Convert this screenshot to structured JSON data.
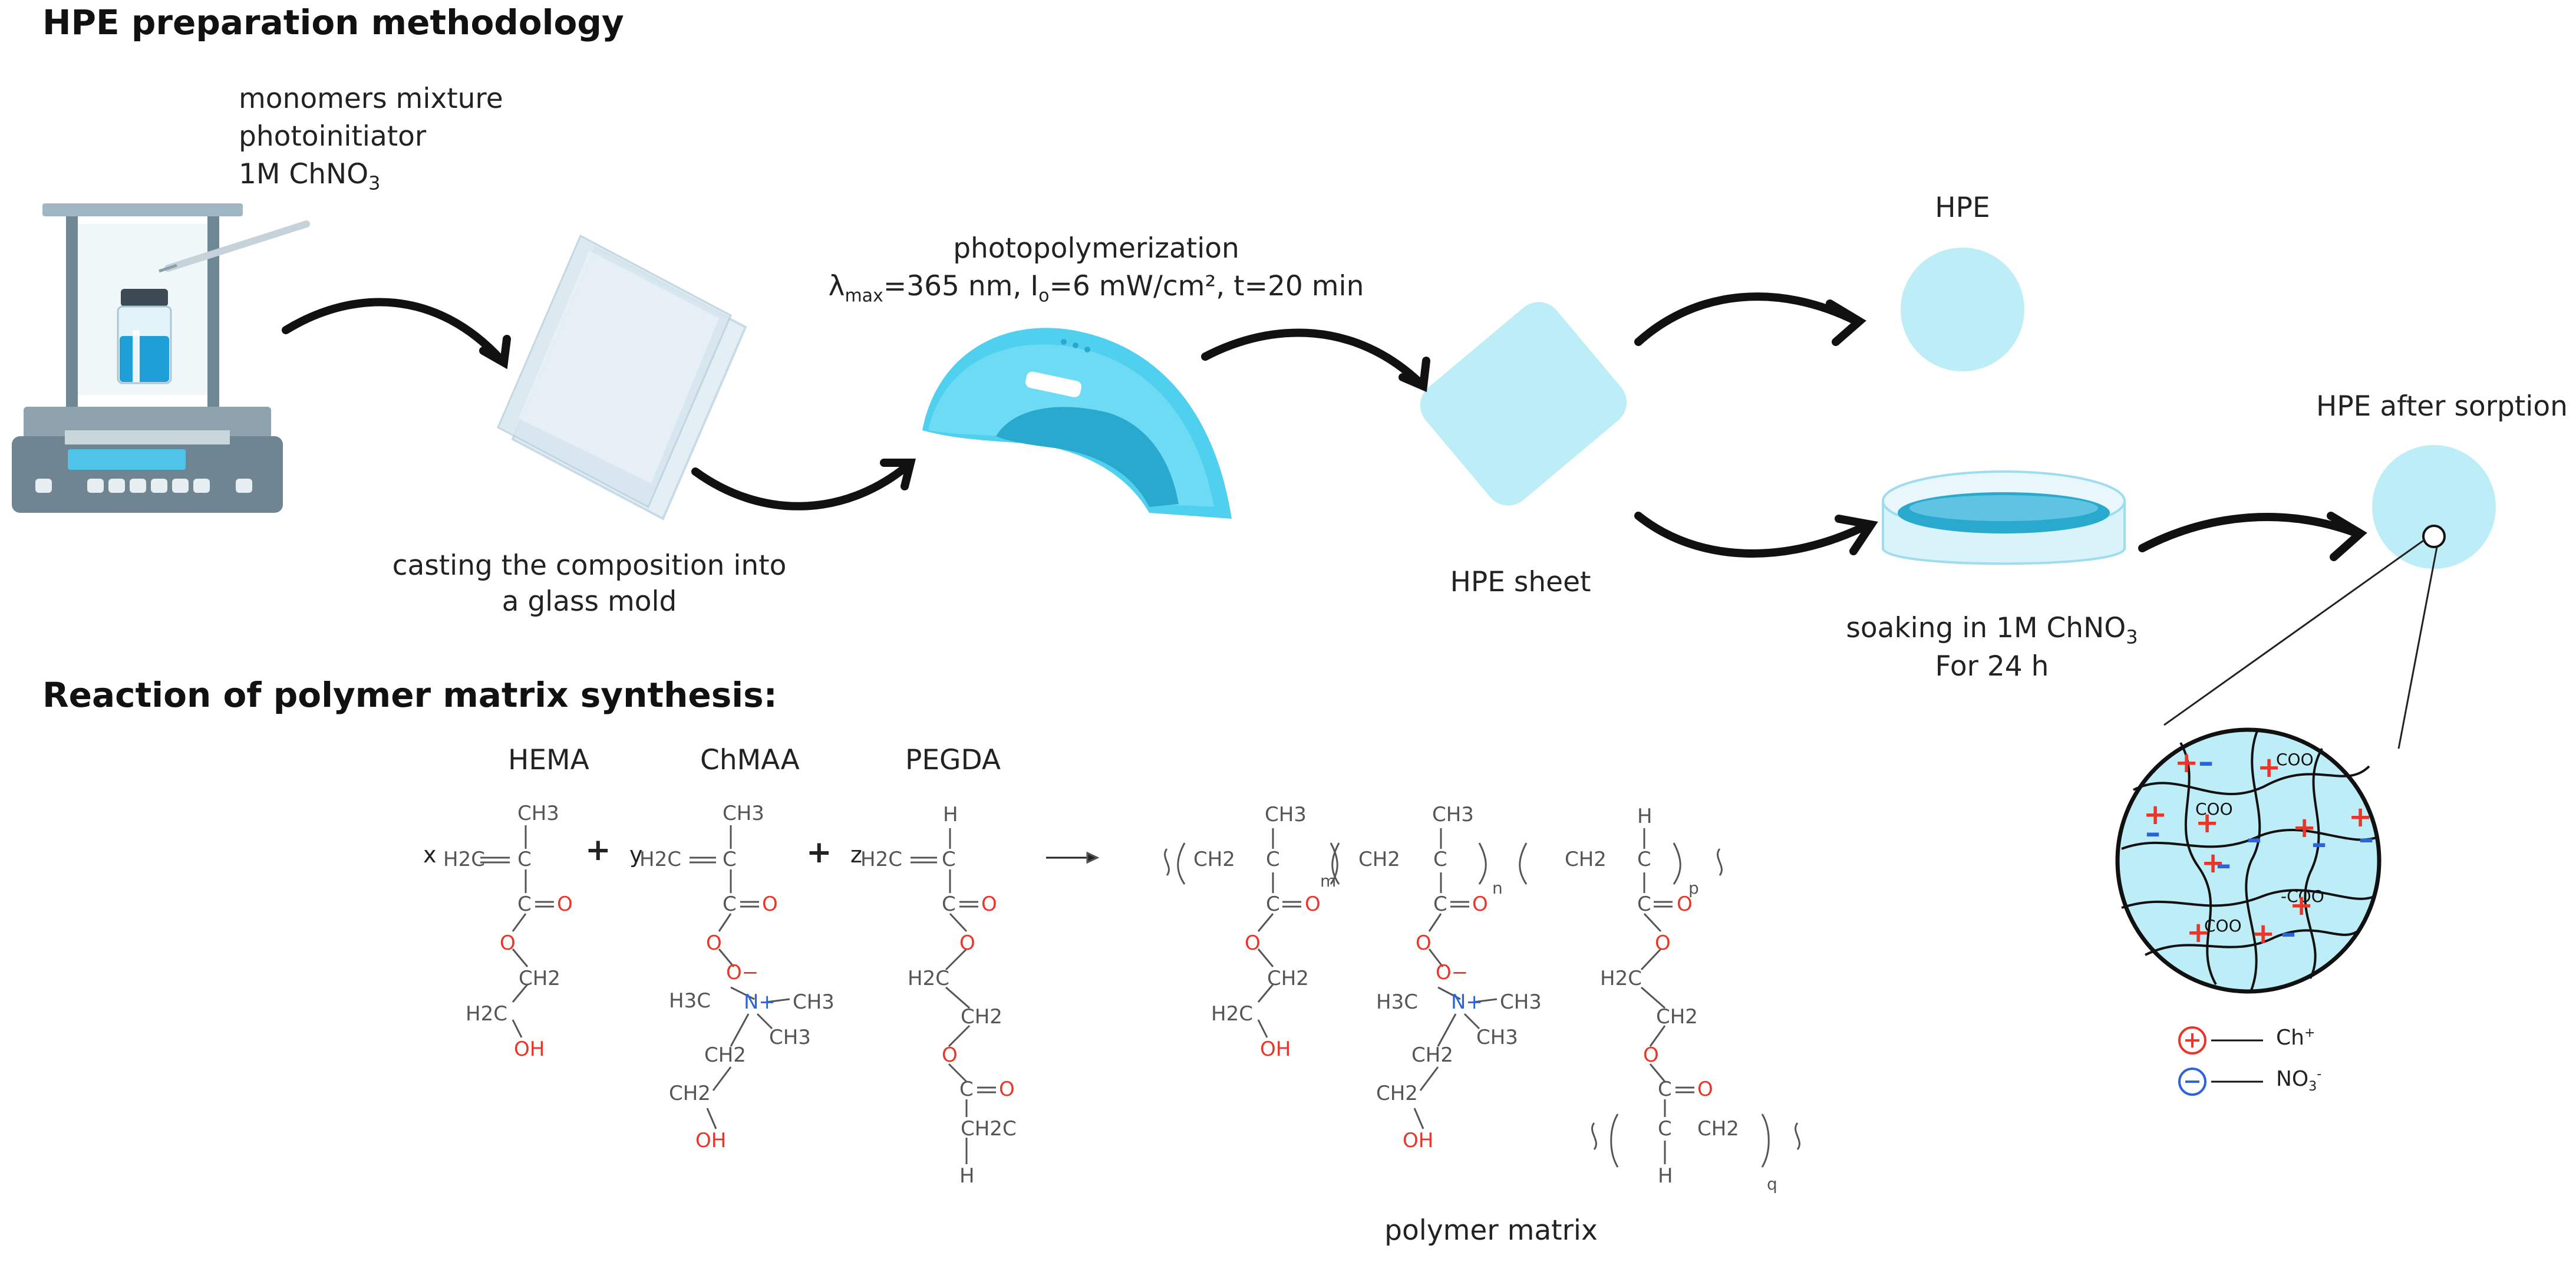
{
  "titles": {
    "methodology": "HPE preparation methodology",
    "reaction": "Reaction of polymer matrix synthesis:"
  },
  "steps": {
    "inputs": [
      "monomers mixture",
      "photoinitiator",
      "1M ChNO"
    ],
    "inputs_subscript": "3",
    "casting": [
      "casting the composition into",
      "a glass mold"
    ],
    "photopoly_title": "photopolymerization",
    "photopoly_lambda": "λ",
    "photopoly_lambda_sub": "max",
    "photopoly_params_a": "=365 nm, I",
    "photopoly_params_sub": "o",
    "photopoly_params_b": "=6 mW/cm², t=20 min",
    "hpe_sheet": "HPE sheet",
    "hpe": "HPE",
    "soaking_a": "soaking in 1M ChNO",
    "soaking_sub": "3",
    "soaking_b": "For 24 h",
    "hpe_after": "HPE after sorption"
  },
  "ions": {
    "cation_label": "Ch",
    "cation_sup": "+",
    "anion_label": "NO",
    "anion_sub": "3",
    "anion_sup": "-",
    "coo": "COO",
    "coo_sup": "-"
  },
  "reaction": {
    "monomers": [
      "HEMA",
      "ChMAA",
      "PEGDA"
    ],
    "coefficients": [
      "x",
      "y",
      "z"
    ],
    "plus": "+",
    "product": "polymer matrix",
    "subs": [
      "m",
      "n",
      "p",
      "q"
    ],
    "atoms": {
      "ch3": "CH3",
      "h2c": "H2C",
      "ch2": "CH2",
      "c": "C",
      "o": "O",
      "oh": "OH",
      "h": "H",
      "n_plus": "N+",
      "o_minus": "O−",
      "h3c": "H3C",
      "eq": "="
    }
  },
  "colors": {
    "light_blue": "#bdeef7",
    "mid_blue": "#5fd3ef",
    "dark_blue": "#2aa9cf",
    "oxygen_red": "#e8362a",
    "nitrogen_blue": "#2b63d9",
    "arrow": "#111111"
  }
}
